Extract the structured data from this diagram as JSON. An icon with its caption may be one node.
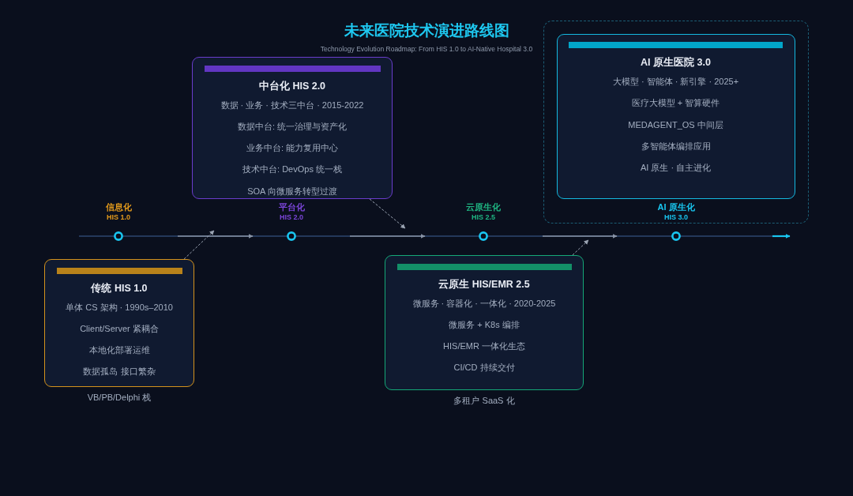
{
  "diagram": {
    "title": "未来医院技术演进路线图",
    "nodes": [
      {
        "text": [
          "传统 HIS 1.0",
          "单体 CS 架构 · 1990s–2010",
          "Client/Server 紧耦合",
          "本地化部署运维",
          "数据孤岛 接口繁杂"
        ],
        "beside": [
          "VB/PB/Delphi 栈"
        ]
      },
      {
        "text": [
          "中台化 HIS 2.0",
          "数据 · 业务 · 技术三中台 · 2015-2022",
          "数据中台: 统一治理与资产化",
          "业务中台: 能力复用中心",
          "技术中台: DevOps 统一栈",
          "SOA 向微服务转型过渡"
        ]
      },
      {
        "text": [
          "云原生 HIS/EMR 2.5",
          "微服务 · 容器化 · 一体化 · 2020-2025",
          "微服务 + K8s 编排",
          "HIS/EMR 一体化生态",
          "CI/CD 持续交付"
        ],
        "beside": [
          "多租户 SaaS 化"
        ]
      },
      {
        "text": [],
        "shape": "box"
      },
      {
        "text": [
          "AI 原生医院 3.0",
          "大模型 · 智能体 · 新引擎 · 2025+",
          "医疗大模型 + 智算硬件",
          "MEDAGENT_OS 中间层",
          "多智能体编排应用",
          "AI 原生 · 自主进化"
        ],
        "in": 3
      }
    ],
    "edges": [
      {
        "from": 0,
        "to": null,
        "arrow": "to",
        "style": "dashed"
      },
      {
        "from": 1,
        "to": null,
        "arrow": "to",
        "style": "dashed"
      },
      {
        "from": 2,
        "to": null,
        "arrow": "to",
        "style": "dashed"
      }
    ],
    "labels": [
      "Technology Evolution Roadmap: From HIS 1.0 to AI-Native Hospital 3.0",
      "信息化",
      "HIS 1.0",
      "平台化",
      "HIS 2.0",
      "云原生化",
      "HIS 2.5",
      "AI 原生化",
      "HIS 3.0"
    ]
  }
}
